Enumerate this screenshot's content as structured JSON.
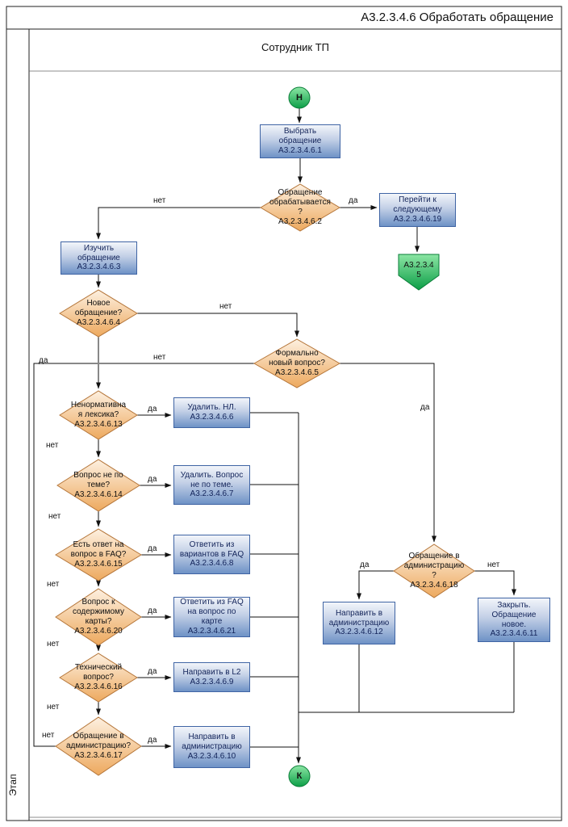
{
  "title": "А3.2.3.4.6 Обработать обращение",
  "lane": {
    "header": "Сотрудник ТП",
    "phase_label": "Этап"
  },
  "labels": {
    "yes": "да",
    "no": "нет"
  },
  "colors": {
    "process_fill": "#6e92c6",
    "process_border": "#3f64a4",
    "decision_fill": "#eda95e",
    "decision_border": "#b5763a",
    "terminal_fill": "#0c9e47",
    "terminal_border": "#0a7d38",
    "line": "#111111"
  },
  "nodes": {
    "start": {
      "label": "Н"
    },
    "select": {
      "label": "Выбрать обращение",
      "code": "А3.2.3.4.6.1"
    },
    "in_progress": {
      "label": "Обращение обрабатывается?",
      "code": "А3.2.3.4.6.2"
    },
    "go_next": {
      "label": "Перейти к следующему",
      "code": "А3.2.3.4.6.19"
    },
    "offpage": {
      "label": "А3.2.3.4",
      "code": "5"
    },
    "study": {
      "label": "Изучить обращение",
      "code": "А3.2.3.4.6.3"
    },
    "is_new": {
      "label": "Новое обращение?",
      "code": "А3.2.3.4.6.4"
    },
    "formally_new": {
      "label": "Формально новый вопрос?",
      "code": "А3.2.3.4.6.5"
    },
    "profanity": {
      "label": "Ненормативная лексика?",
      "code": "А3.2.3.4.6.13"
    },
    "delete_nl": {
      "label": "Удалить. НЛ.",
      "code": "А3.2.3.4.6.6"
    },
    "offtopic": {
      "label": "Вопрос не по теме?",
      "code": "А3.2.3.4.6.14"
    },
    "delete_offtopic": {
      "label": "Удалить. Вопрос не по теме.",
      "code": "А3.2.3.4.6.7"
    },
    "faq_answer": {
      "label": "Есть ответ на вопрос в FAQ?",
      "code": "А3.2.3.4.6.15"
    },
    "answer_faq": {
      "label": "Ответить из вариантов в FAQ",
      "code": "А3.2.3.4.6.8"
    },
    "map_question": {
      "label": "Вопрос к содержимому карты?",
      "code": "А3.2.3.4.6.20"
    },
    "answer_map": {
      "label": "Ответить из FAQ на вопрос по карте",
      "code": "А3.2.3.4.6.21"
    },
    "technical": {
      "label": "Технический вопрос?",
      "code": "А3.2.3.4.6.16"
    },
    "to_l2": {
      "label": "Направить в L2",
      "code": "А3.2.3.4.6.9"
    },
    "to_admin_q": {
      "label": "Обращение в администрацию?",
      "code": "А3.2.3.4.6.17"
    },
    "to_admin": {
      "label": "Направить в администрацию",
      "code": "А3.2.3.4.6.10"
    },
    "admin_q2": {
      "label": "Обращение в администрацию?",
      "code": "А3.2.3.4.6.18"
    },
    "to_admin2": {
      "label": "Направить в администрацию",
      "code": "А3.2.3.4.6.12"
    },
    "close_new": {
      "label": "Закрыть. Обращение новое.",
      "code": "А3.2.3.4.6.11"
    },
    "end": {
      "label": "К"
    }
  }
}
